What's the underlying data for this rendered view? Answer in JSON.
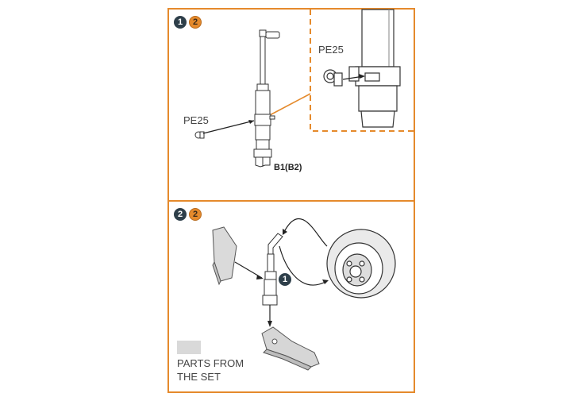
{
  "step1": {
    "number": "1",
    "alt_number": "2",
    "part_label": "PE25",
    "detail_part_label": "PE25",
    "assembly_label": "B1(B2)"
  },
  "step2": {
    "number": "2",
    "alt_number": "2",
    "sub_step_ref": "1"
  },
  "legend": {
    "line1": "PARTS FROM",
    "line2": "THE SET"
  },
  "colors": {
    "frame": "#e58a2c",
    "badge_dark": "#2e3f4a",
    "badge_orange": "#e58a2c",
    "set_parts_gray": "#d9d9d9"
  }
}
